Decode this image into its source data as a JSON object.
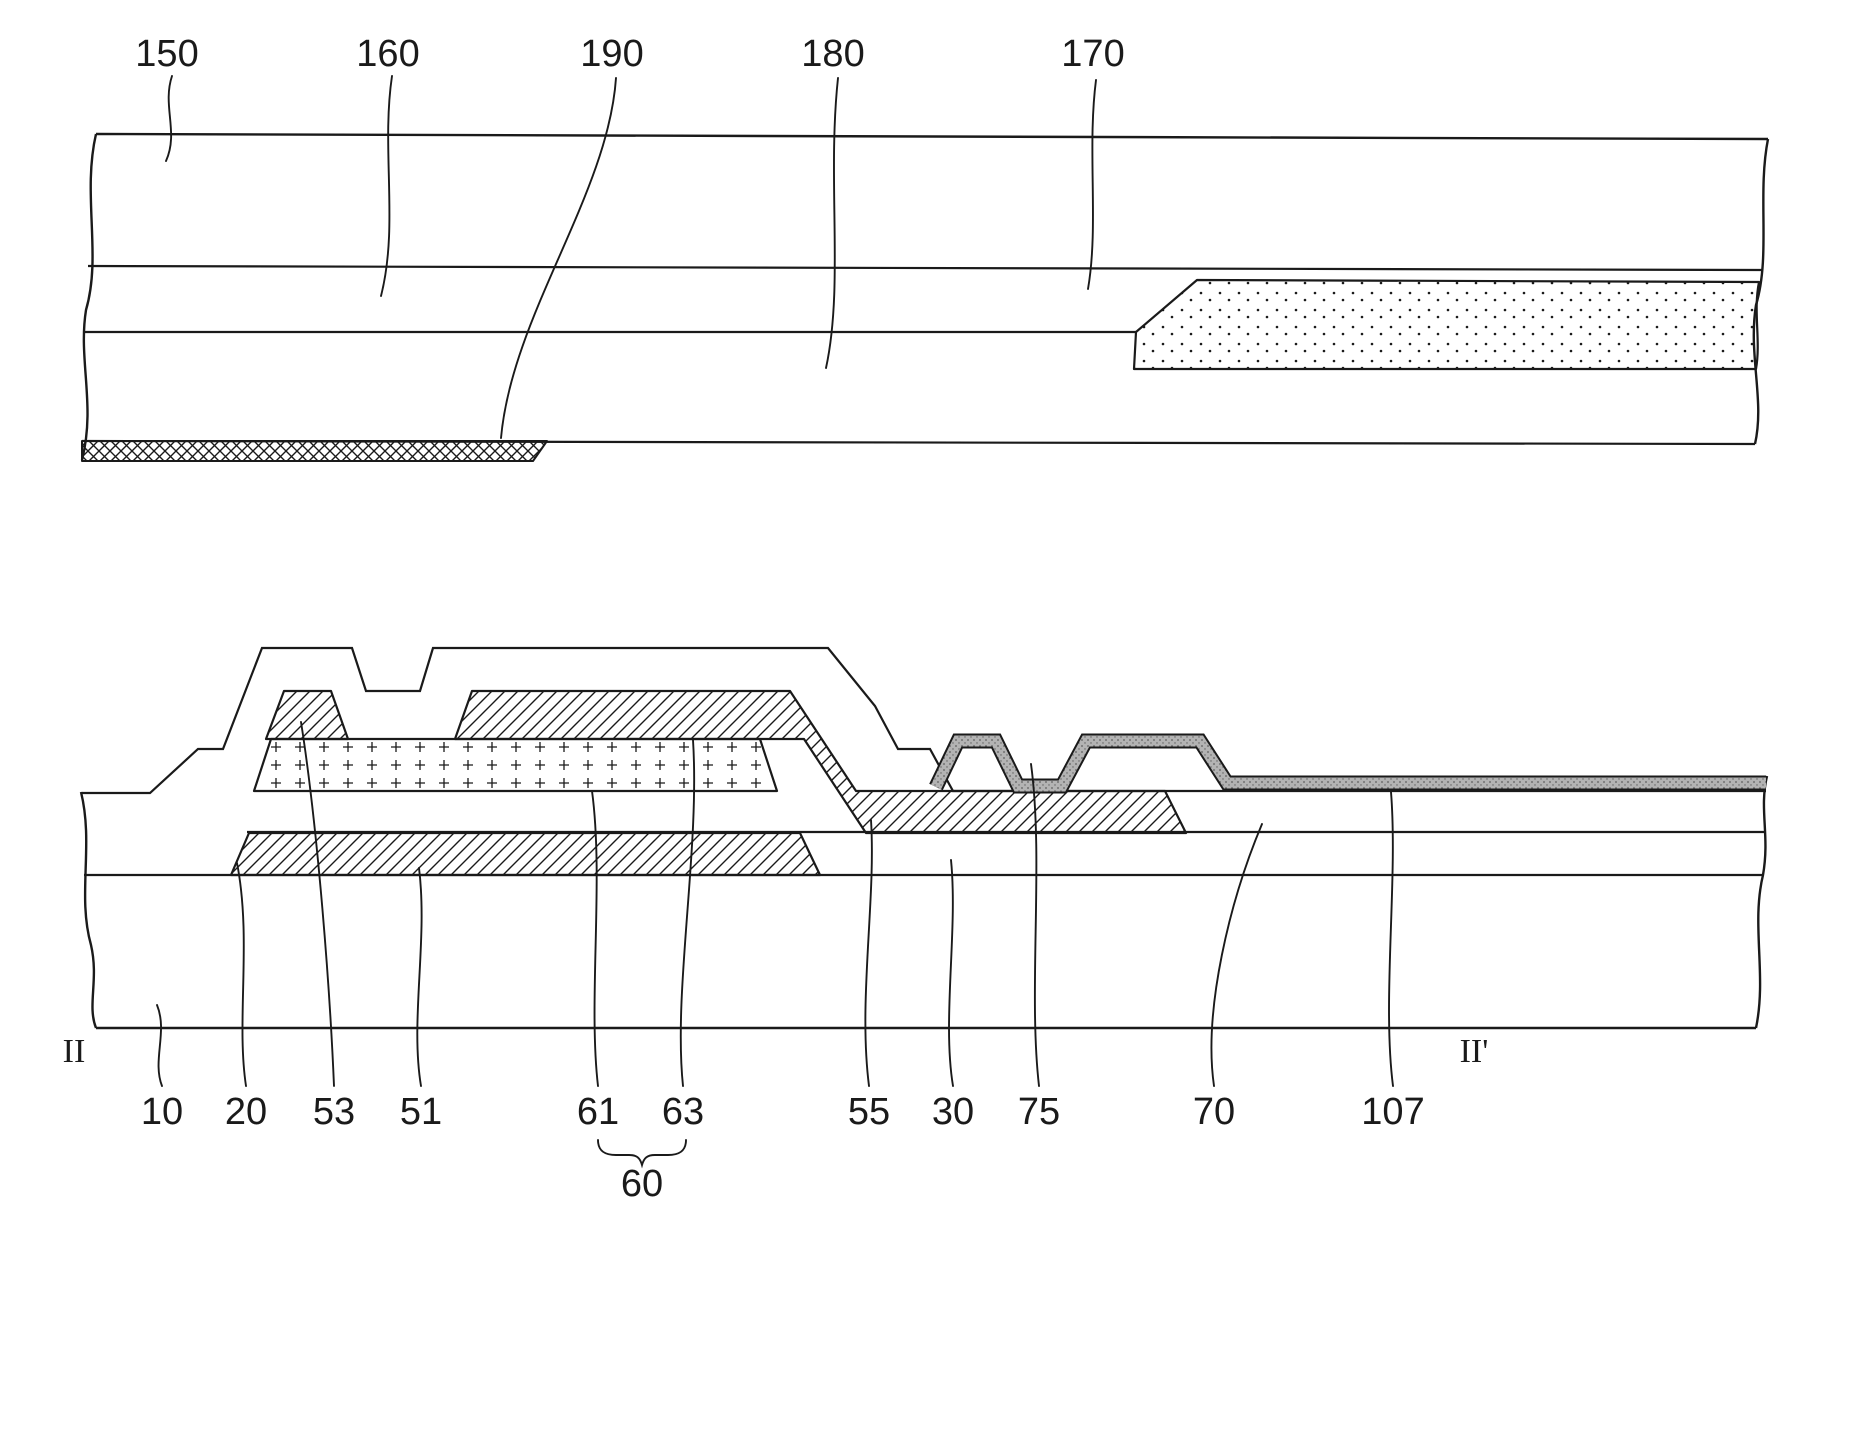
{
  "figure_labels": {
    "top": [
      {
        "id": "150",
        "text": "150"
      },
      {
        "id": "160",
        "text": "160"
      },
      {
        "id": "190",
        "text": "190"
      },
      {
        "id": "180",
        "text": "180"
      },
      {
        "id": "170",
        "text": "170"
      }
    ],
    "bottom": [
      {
        "id": "10",
        "text": "10"
      },
      {
        "id": "20",
        "text": "20"
      },
      {
        "id": "53",
        "text": "53"
      },
      {
        "id": "51",
        "text": "51"
      },
      {
        "id": "61",
        "text": "61"
      },
      {
        "id": "63",
        "text": "63"
      },
      {
        "id": "55",
        "text": "55"
      },
      {
        "id": "30",
        "text": "30"
      },
      {
        "id": "75",
        "text": "75"
      },
      {
        "id": "70",
        "text": "70"
      },
      {
        "id": "107",
        "text": "107"
      }
    ],
    "group_label": "60",
    "section_left": "II",
    "section_right": "II'"
  },
  "colors": {
    "line": "#1a1a1a",
    "background": "#ffffff",
    "electrode_gray": "#b3b3b3",
    "electrode_dot": "#5f5f5f"
  }
}
